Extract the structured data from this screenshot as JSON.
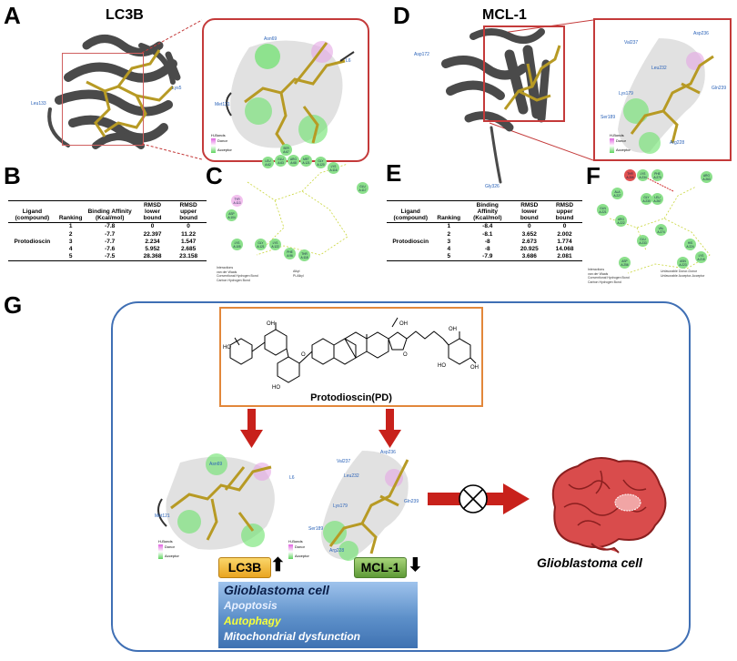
{
  "panels": {
    "A": {
      "label": "A",
      "title": "LC3B",
      "residues": [
        "Leu133",
        "Lys5"
      ],
      "zoom_residues": [
        "Asn69",
        "Met121",
        "L6"
      ],
      "legend": {
        "title": "H-Bonds",
        "donor": "Donor",
        "acceptor": "Acceptor"
      }
    },
    "B": {
      "label": "B",
      "headers": [
        "Ligand (compound)",
        "Ranking",
        "Binding Affinity (Kcal/mol)",
        "RMSD lower bound",
        "RMSD upper bound"
      ],
      "ligand": "Protodioscin",
      "rows": [
        [
          "1",
          "-7.8",
          "0",
          "0"
        ],
        [
          "2",
          "-7.7",
          "22.397",
          "11.22"
        ],
        [
          "3",
          "-7.7",
          "2.234",
          "1.547"
        ],
        [
          "4",
          "-7.6",
          "5.952",
          "2.685"
        ],
        [
          "5",
          "-7.5",
          "28.368",
          "23.158"
        ]
      ]
    },
    "C": {
      "label": "C",
      "nodes": [
        "SER A:67",
        "LEU A:62",
        "GLU A:63",
        "ARG A:68",
        "MET A:121",
        "GLY A:120",
        "LYS A:116",
        "TYR A:113",
        "GLU A:117",
        "ASP A:104",
        "GLY A:121",
        "LYS A:122",
        "PHE A:96",
        "LYS A:105",
        "THR A:118"
      ],
      "legend": {
        "title": "Interactions",
        "items": [
          "van der Waals",
          "Conventional Hydrogen Bond",
          "Carbon Hydrogen Bond",
          "Alkyl",
          "Pi-Alkyl"
        ]
      }
    },
    "D": {
      "label": "D",
      "title": "MCL-1",
      "residues": [
        "Asp172",
        "Gly326"
      ],
      "zoom_residues": [
        "Val237",
        "Asp236",
        "Leu232",
        "Gln239",
        "Lys179",
        "Ser189",
        "Arg228"
      ],
      "legend": {
        "title": "H-Bonds",
        "donor": "Donor",
        "acceptor": "Acceptor"
      }
    },
    "E": {
      "label": "E",
      "headers": [
        "Ligand (compound)",
        "Ranking",
        "Binding Affinity (Kcal/mol)",
        "RMSD lower bound",
        "RMSD upper bound"
      ],
      "ligand": "Protodioscin",
      "rows": [
        [
          "1",
          "-8.4",
          "0",
          "0"
        ],
        [
          "2",
          "-8.1",
          "3.652",
          "2.002"
        ],
        [
          "3",
          "-8",
          "2.673",
          "1.774"
        ],
        [
          "4",
          "-8",
          "20.925",
          "14.068"
        ],
        [
          "5",
          "-7.9",
          "3.686",
          "2.081"
        ]
      ]
    },
    "F": {
      "label": "F",
      "nodes": [
        "ARG A:263",
        "THR A:266",
        "LYS A:234",
        "PHE A:270",
        "ALA A:227",
        "GLY A:230",
        "LEU A:267",
        "GLN A:221",
        "ARG A:222",
        "VAL A:274",
        "ASP A:256",
        "GLU A:233",
        "HIS A:224",
        "LYS A:215",
        "ASN A:223"
      ],
      "legend": {
        "title": "Interactions",
        "items": [
          "van der Waals",
          "Conventional Hydrogen Bond",
          "Carbon Hydrogen Bond",
          "Unfavorable Donor-Donor",
          "Unfavorable Acceptor-Acceptor"
        ]
      }
    },
    "G": {
      "label": "G",
      "compound_name": "Protodioscin(PD)",
      "left_residues": [
        "Asn69",
        "Met121",
        "L6"
      ],
      "right_residues": [
        "Asp236",
        "Val237",
        "Leu232",
        "Gln239",
        "Lys179",
        "Ser189",
        "Arg228"
      ],
      "legend": {
        "title": "H-Bonds",
        "donor": "Donor",
        "acceptor": "Acceptor"
      },
      "tag_lc3b": "LC3B",
      "tag_mcl1": "MCL-1",
      "effects": [
        "Glioblastoma cell",
        "Apoptosis",
        "Autophagy",
        "Mitochondrial dysfunction"
      ],
      "brain_label": "Glioblastoma cell"
    }
  },
  "colors": {
    "ribbon": "#4a4a4a",
    "ligand": "#b79a24",
    "zoom_border": "#c43a3a",
    "arrow": "#c8211b",
    "g_border": "#3f6fb4",
    "pd_border": "#e2873a",
    "lc3b_tag": "#f2b533",
    "mcl1_tag": "#7ab648",
    "autophagy": "#f6ff3a",
    "brain": "#d94c4c"
  }
}
